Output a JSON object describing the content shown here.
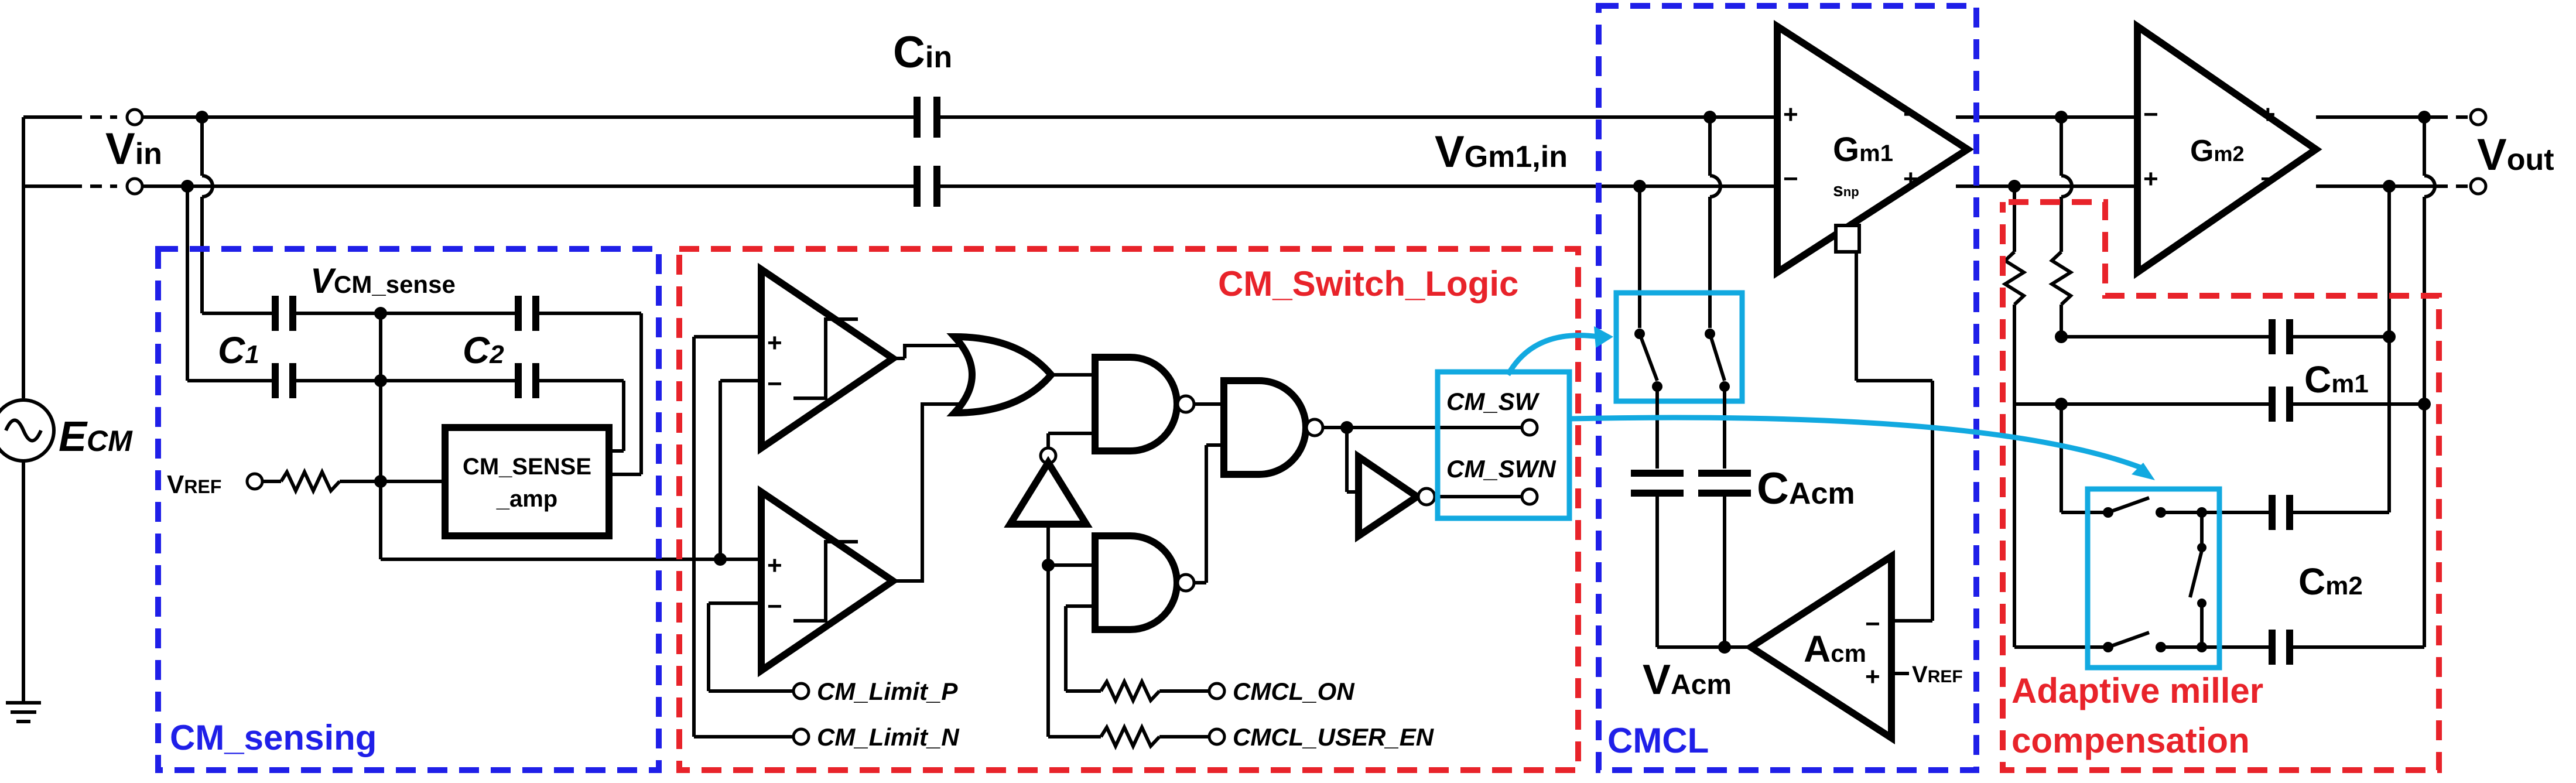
{
  "labels": {
    "vin": "V",
    "vin_sub": "in",
    "cin": "C",
    "cin_sub": "in",
    "vgm1": "V",
    "vgm1_sub": "Gm1,in",
    "vout": "V",
    "vout_sub": "out",
    "ecm": "E",
    "ecm_sub": "CM",
    "vcm_sense": "V",
    "vcm_sense_sub": "CM_sense",
    "c1": "C",
    "c1_sub": "1",
    "c2": "C",
    "c2_sub": "2",
    "vref_left": "V",
    "vref_left_sub": "REF",
    "cm_sense_amp_line1": "CM_SENSE",
    "cm_sense_amp_line2": "_amp",
    "cm_limit_p": "CM_Limit_P",
    "cm_limit_n": "CM_Limit_N",
    "cmcl_on": "CMCL_ON",
    "cmcl_user_en": "CMCL_USER_EN",
    "cm_sw": "CM_SW",
    "cm_swn": "CM_SWN",
    "cacm": "C",
    "cacm_sub": "Acm",
    "vacm": "V",
    "vacm_sub": "Acm",
    "acm": "A",
    "acm_sub": "cm",
    "vref_right": "V",
    "vref_right_sub": "REF",
    "gm1": "G",
    "gm1_sub": "m1",
    "snp": "s",
    "snp_sub": "np",
    "gm2": "G",
    "gm2_sub": "m2",
    "cm1": "C",
    "cm1_sub": "m1",
    "cm2": "C",
    "cm2_sub": "m2",
    "plus": "+",
    "minus": "−"
  },
  "blocks": {
    "cm_sensing": "CM_sensing",
    "cm_switch_logic": "CM_Switch_Logic",
    "cmcl": "CMCL",
    "adaptive_line1": "Adaptive miller",
    "adaptive_line2": "compensation"
  },
  "colors": {
    "blue_box": "#1f1fe8",
    "red_box": "#e8232a",
    "switch_box": "#12a9e0",
    "wire": "#000000"
  }
}
